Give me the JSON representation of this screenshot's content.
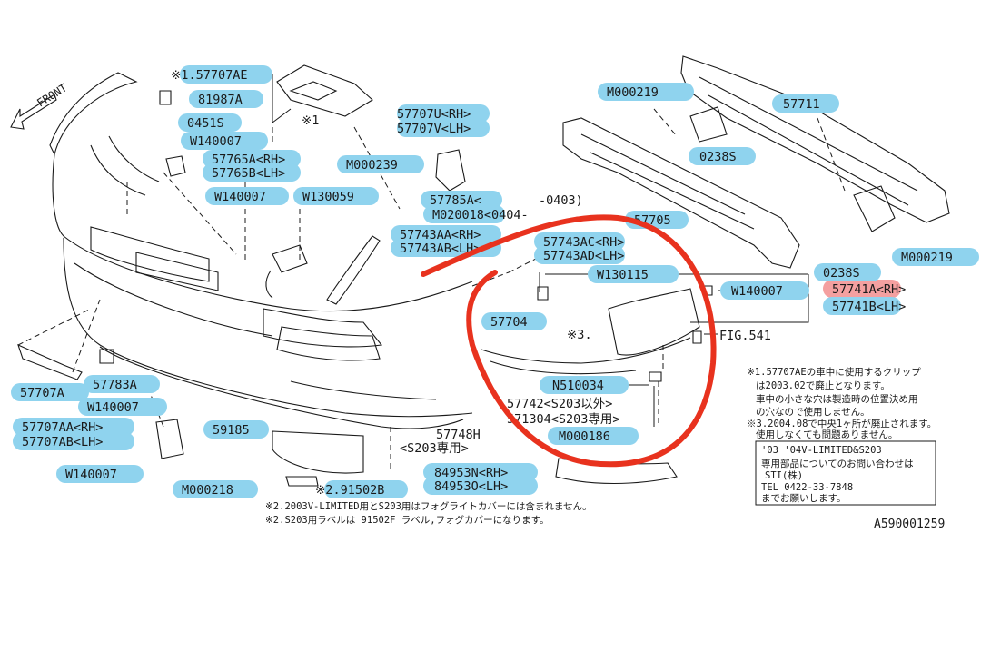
{
  "direction": {
    "label": "FRONT"
  },
  "callouts": {
    "c01": "※1.57707AE",
    "c02": "81987A",
    "c03": "0451S",
    "c04": "W140007",
    "c05": "57765A<RH>",
    "c06": "57765B<LH>",
    "c07": "W140007",
    "c08": "W130059",
    "c09": "57707U<RH>",
    "c10": "57707V<LH>",
    "c11": "M000239",
    "c12": "57785A<",
    "c13": "M020018<0404-",
    "c14": "57743AA<RH>",
    "c15": "57743AB<LH>",
    "c16": "57743AC<RH>",
    "c17": "57743AD<LH>",
    "c18": "W130115",
    "c19": "W140007",
    "c20": "57704",
    "c21": "57741A<RH>",
    "c22": "57741B<LH>",
    "c23": "M000219",
    "c24": "57711",
    "c25": "0238S",
    "c26": "57705",
    "c27": "M000219",
    "c28": "0238S",
    "c29": "N510034",
    "c30": "M000186",
    "c31": "57707A",
    "c32": "57783A",
    "c33": "W140007",
    "c34": "57707AA<RH>",
    "c35": "57707AB<LH>",
    "c36": "59185",
    "c37": "W140007",
    "c38": "M000218",
    "c39": "※2.91502B",
    "c40": "84953N<RH>",
    "c41": "84953O<LH>"
  },
  "plain_labels": {
    "range_0403": "-0403)",
    "marker_1": "※1",
    "marker_3": "※3.",
    "fig_ref": "FIG.541",
    "p57742": "57742<S203以外>",
    "p71304": "571304<S203専用>",
    "p57748h": "57748H",
    "p57748h_sub": "<S203専用>"
  },
  "notes": {
    "n1": "※1.57707AEの車中に使用するクリップ",
    "n2": "は2003.02で廃止となります。",
    "n3": "車中の小さな穴は製造時の位置決め用",
    "n4": "の穴なので使用しません。",
    "n5": "※3.2004.08で中央1ヶ所が廃止されます。",
    "n6": "使用しなくても問題ありません。"
  },
  "bottom_notes": {
    "n1": "※2.2003V-LIMITED用とS203用はフォグライトカバーには含まれません。",
    "n2": "※2.S203用ラベルは 91502F ラベル,フォグカバーになります。"
  },
  "info_box": {
    "title": "'03 '04V-LIMITED&S203",
    "line1": "専用部品についてのお問い合わせは",
    "line2": "STI(株)",
    "line3": "TEL 0422-33-7848",
    "line4": "までお願いします。"
  },
  "diagram_id": "A590001259",
  "colors": {
    "highlight": "#8fd3ee",
    "highlight_red": "#f4a0a0",
    "annotation_circle": "#e8321e"
  }
}
